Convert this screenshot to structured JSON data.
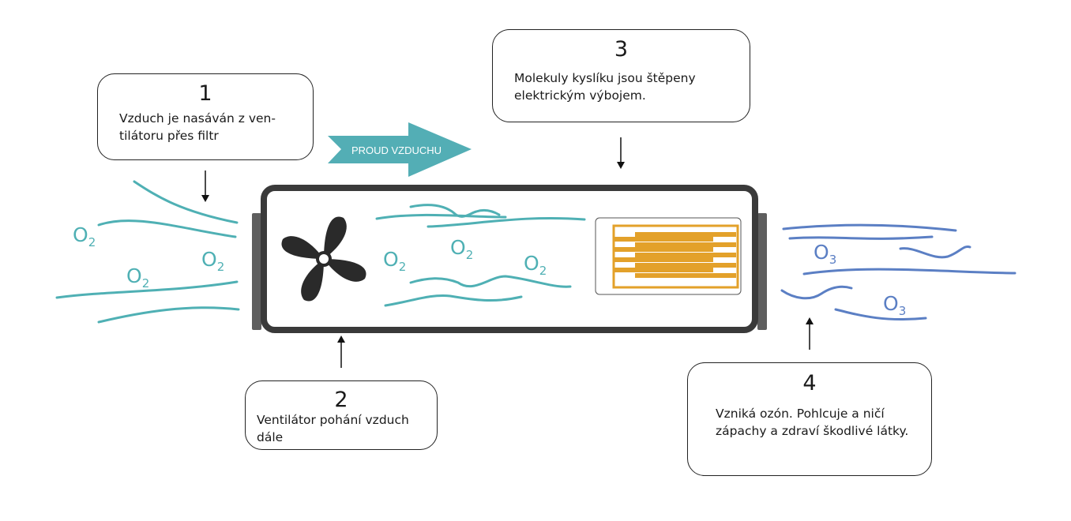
{
  "flow_label": "PROUD VZDUCHU",
  "callouts": [
    {
      "number": "1",
      "text": "Vzduch je nasáván z ven- tilátoru přes filtr"
    },
    {
      "number": "2",
      "text": "Ventilátor pohání vzduch dále"
    },
    {
      "number": "3",
      "text": "Molekuly kyslíku jsou štěpeny elektrickým výbojem."
    },
    {
      "number": "4",
      "text": "Vzniká ozón. Pohlcuje a ničí zápachy a zdraví škodlivé látky."
    }
  ],
  "molecules": {
    "oxygen": {
      "letter": "O",
      "subscript": "2"
    },
    "ozone": {
      "letter": "O",
      "subscript": "3"
    }
  },
  "colors": {
    "oxygen": "#4fb0b4",
    "ozone": "#5b7fc4",
    "arrow": "#53aeb5",
    "device_frame": "#3a3a3a",
    "device_side": "#5e5e5e",
    "fan": "#2a2a2a",
    "electrode": "#e3a12a"
  },
  "icons": [
    "fan-icon",
    "electrode-icon",
    "flow-arrow-icon"
  ]
}
